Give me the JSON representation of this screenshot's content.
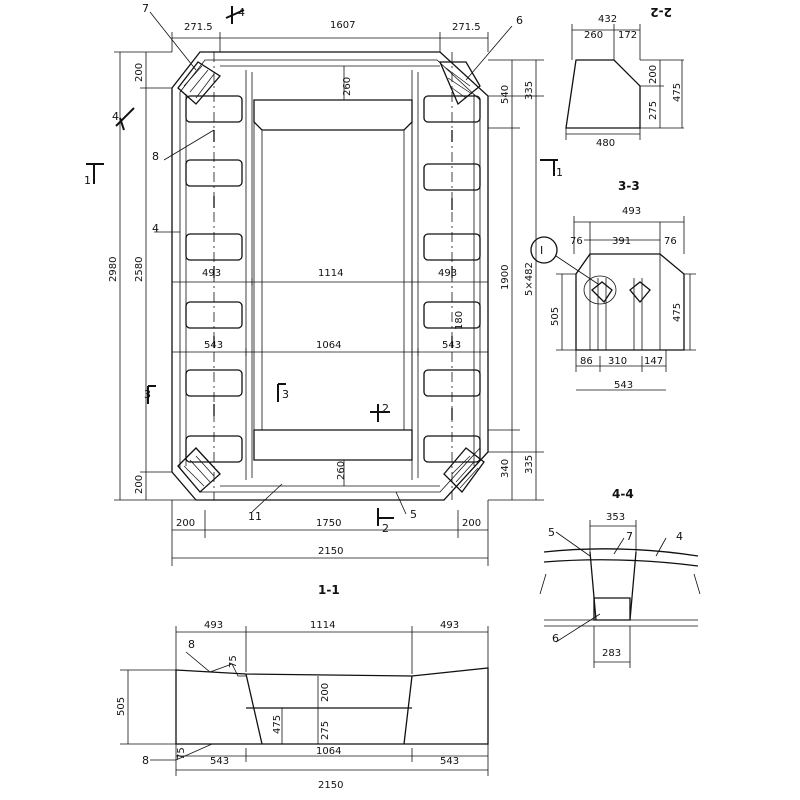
{
  "colors": {
    "ink": "#111111",
    "paper": "#ffffff"
  },
  "plan": {
    "dims": {
      "top_total": "1607",
      "top_chamfer_left": "271.5",
      "top_chamfer_right": "271.5",
      "left_outer_height": "2980",
      "left_inner_height": "2580",
      "left_top": "200",
      "left_bottom": "200",
      "right_total": "5×482",
      "right_mid": "1900",
      "right_top_540": "540",
      "right_top_335": "335",
      "right_bot_340": "340",
      "right_bot_335": "335",
      "inner_top_260": "260",
      "inner_bot_260": "260",
      "width_493_left": "493",
      "width_1114": "1114",
      "width_493_right": "493",
      "width_543_left": "543",
      "width_1064": "1064",
      "width_543_right": "543",
      "opening_180": "180",
      "bottom_200_left": "200",
      "bottom_1750": "1750",
      "bottom_200_right": "200",
      "bottom_total": "2150"
    },
    "callouts": {
      "c7": "7",
      "c6": "6",
      "c8": "8",
      "c4": "4",
      "c11": "11",
      "c5": "5",
      "s1_left": "1",
      "s1_right": "1",
      "s2_top": "2",
      "s2_bottom": "2",
      "s3_left": "3",
      "s3_inner": "3",
      "s4_top": "4",
      "s4_diag": "4"
    }
  },
  "section_2_2": {
    "title": "2-2",
    "dims": {
      "top": "432",
      "top_left": "260",
      "top_right": "172",
      "right_200": "200",
      "right_275": "275",
      "right_475": "475",
      "bottom": "480"
    }
  },
  "section_3_3": {
    "title": "3-3",
    "callout_I": "I",
    "dims": {
      "top": "493",
      "t76_left": "76",
      "t391": "391",
      "t76_right": "76",
      "left_505": "505",
      "right_475": "475",
      "b86": "86",
      "b310": "310",
      "b147": "147",
      "bottom": "543"
    }
  },
  "section_4_4": {
    "title": "4-4",
    "dims": {
      "top": "353",
      "bottom": "283"
    },
    "callouts": {
      "c5": "5",
      "c7": "7",
      "c4": "4",
      "c6": "6"
    }
  },
  "section_1_1": {
    "title": "1-1",
    "dims": {
      "top_493_left": "493",
      "top_1114": "1114",
      "top_493_right": "493",
      "left_505": "505",
      "d75_top": "75",
      "d75_bottom": "75",
      "d200": "200",
      "d275": "275",
      "d475": "475",
      "b543_left": "543",
      "b1064": "1064",
      "b543_right": "543",
      "bottom_total": "2150"
    },
    "callouts": {
      "c8_top": "8",
      "c8_bottom": "8"
    }
  }
}
